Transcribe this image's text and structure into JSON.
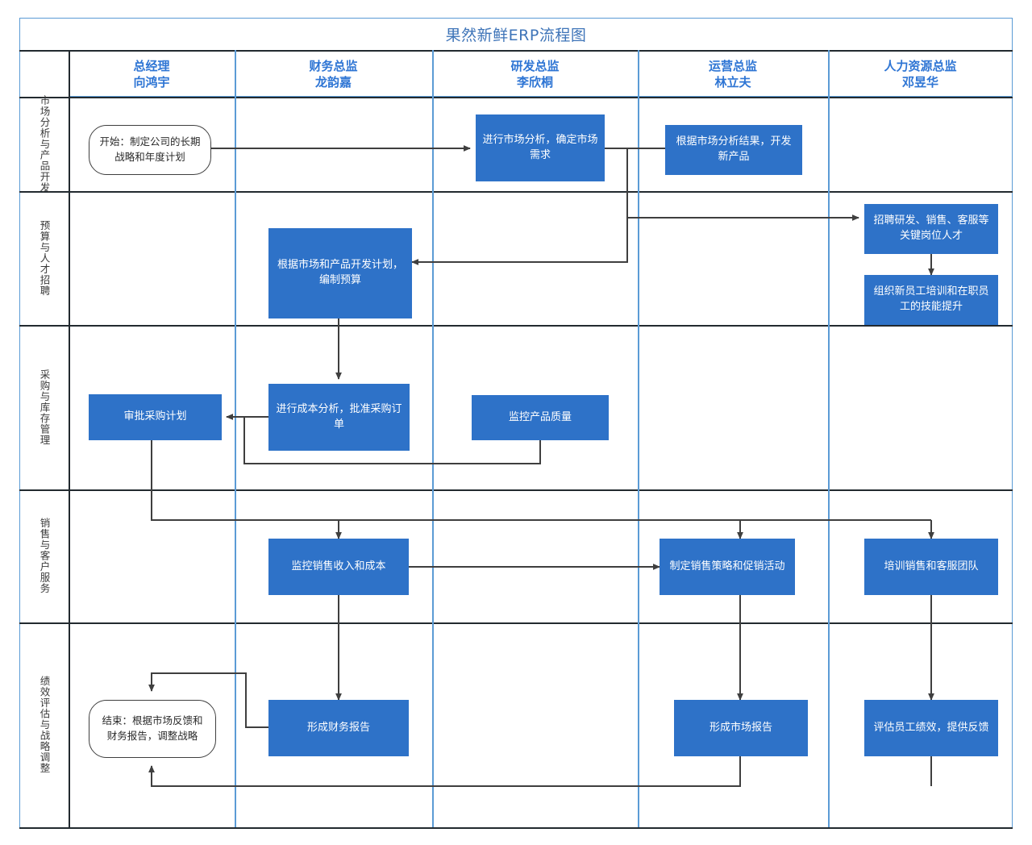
{
  "title": "果然新鲜ERP流程图",
  "columns": [
    {
      "role": "总经理",
      "name": "向鸿宇"
    },
    {
      "role": "财务总监",
      "name": "龙韵嘉"
    },
    {
      "role": "研发总监",
      "name": "李欣桐"
    },
    {
      "role": "运营总监",
      "name": "林立夫"
    },
    {
      "role": "人力资源总监",
      "name": "邓昱华"
    }
  ],
  "rows": [
    {
      "label": "市场分析与产品开发"
    },
    {
      "label": "预算与人才招聘"
    },
    {
      "label": "采购与库存管理"
    },
    {
      "label": "销售与客户服务"
    },
    {
      "label": "绩效评估与战略调整"
    }
  ],
  "nodes": {
    "start": "开始：制定公司的长期战略和年度计划",
    "market_analysis": "进行市场分析，确定市场需求",
    "new_product": "根据市场分析结果，开发新产品",
    "budget": "根据市场和产品开发计划，编制预算",
    "recruit": "招聘研发、销售、客服等关键岗位人才",
    "training": "组织新员工培训和在职员工的技能提升",
    "approve_purchase": "审批采购计划",
    "cost_analysis": "进行成本分析，批准采购订单",
    "quality_monitor": "监控产品质量",
    "sales_cost_monitor": "监控销售收入和成本",
    "sales_strategy": "制定销售策略和促销活动",
    "train_sales": "培训销售和客服团队",
    "finance_report": "形成财务报告",
    "market_report": "形成市场报告",
    "performance_review": "评估员工绩效，提供反馈",
    "end": "结束：根据市场反馈和财务报告，调整战略"
  },
  "colors": {
    "node_fill": "#2e72c8",
    "node_text": "#ffffff",
    "header_text": "#2e75d4",
    "title_text": "#3e74b8",
    "grid_light": "#5b9bd5",
    "grid_dark": "#222a2f",
    "connector": "#3f3f3f"
  }
}
